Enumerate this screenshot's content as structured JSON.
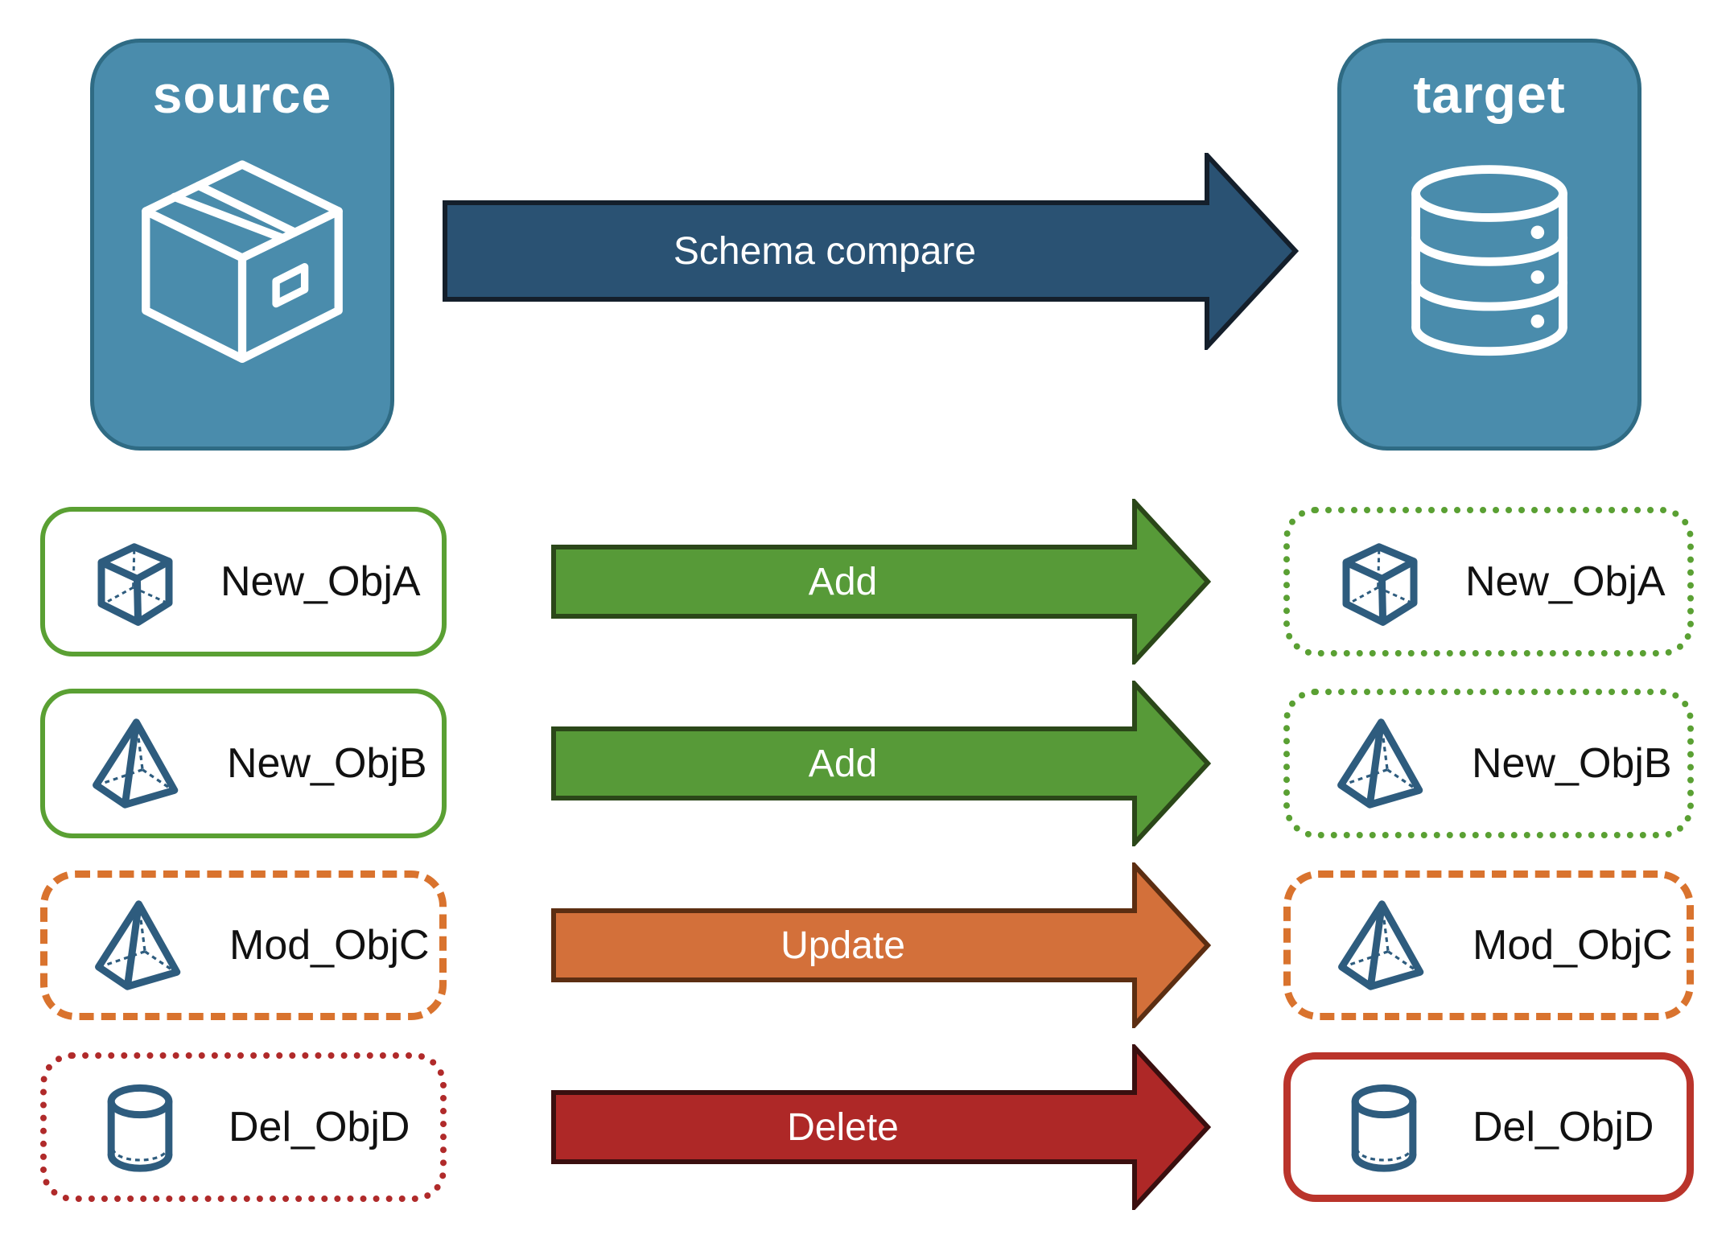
{
  "source": {
    "label": "source",
    "icon": "package-icon"
  },
  "target": {
    "label": "target",
    "icon": "database-icon"
  },
  "compare_arrow": {
    "label": "Schema compare"
  },
  "rows": [
    {
      "object": "New_ObjA",
      "action": "Add",
      "icon": "cube-icon",
      "source_border": "solid-green",
      "target_border": "dotted-green"
    },
    {
      "object": "New_ObjB",
      "action": "Add",
      "icon": "pyramid-icon",
      "source_border": "solid-green",
      "target_border": "dotted-green"
    },
    {
      "object": "Mod_ObjC",
      "action": "Update",
      "icon": "pyramid-icon",
      "source_border": "dashed-orange",
      "target_border": "dashed-orange"
    },
    {
      "object": "Del_ObjD",
      "action": "Delete",
      "icon": "cylinder-icon",
      "source_border": "dotted-red",
      "target_border": "solid-red"
    }
  ],
  "colors": {
    "node_fill": "#4A8CAC",
    "node_border": "#2F6B84",
    "node_text": "#FFFFFF",
    "icon_blue": "#2E5C7E",
    "compare_fill": "#2A5273",
    "compare_border": "#141F2B",
    "add_fill": "#579A38",
    "add_border": "#2B4719",
    "update_fill": "#D3703A",
    "update_border": "#5C2E12",
    "delete_fill": "#AE2827",
    "delete_border": "#3A0F0F",
    "green_border": "#5AA033",
    "orange_border": "#D9732E",
    "red_dotted_border": "#B02A2A",
    "red_solid_border": "#BA342B",
    "object_text": "#111111"
  }
}
